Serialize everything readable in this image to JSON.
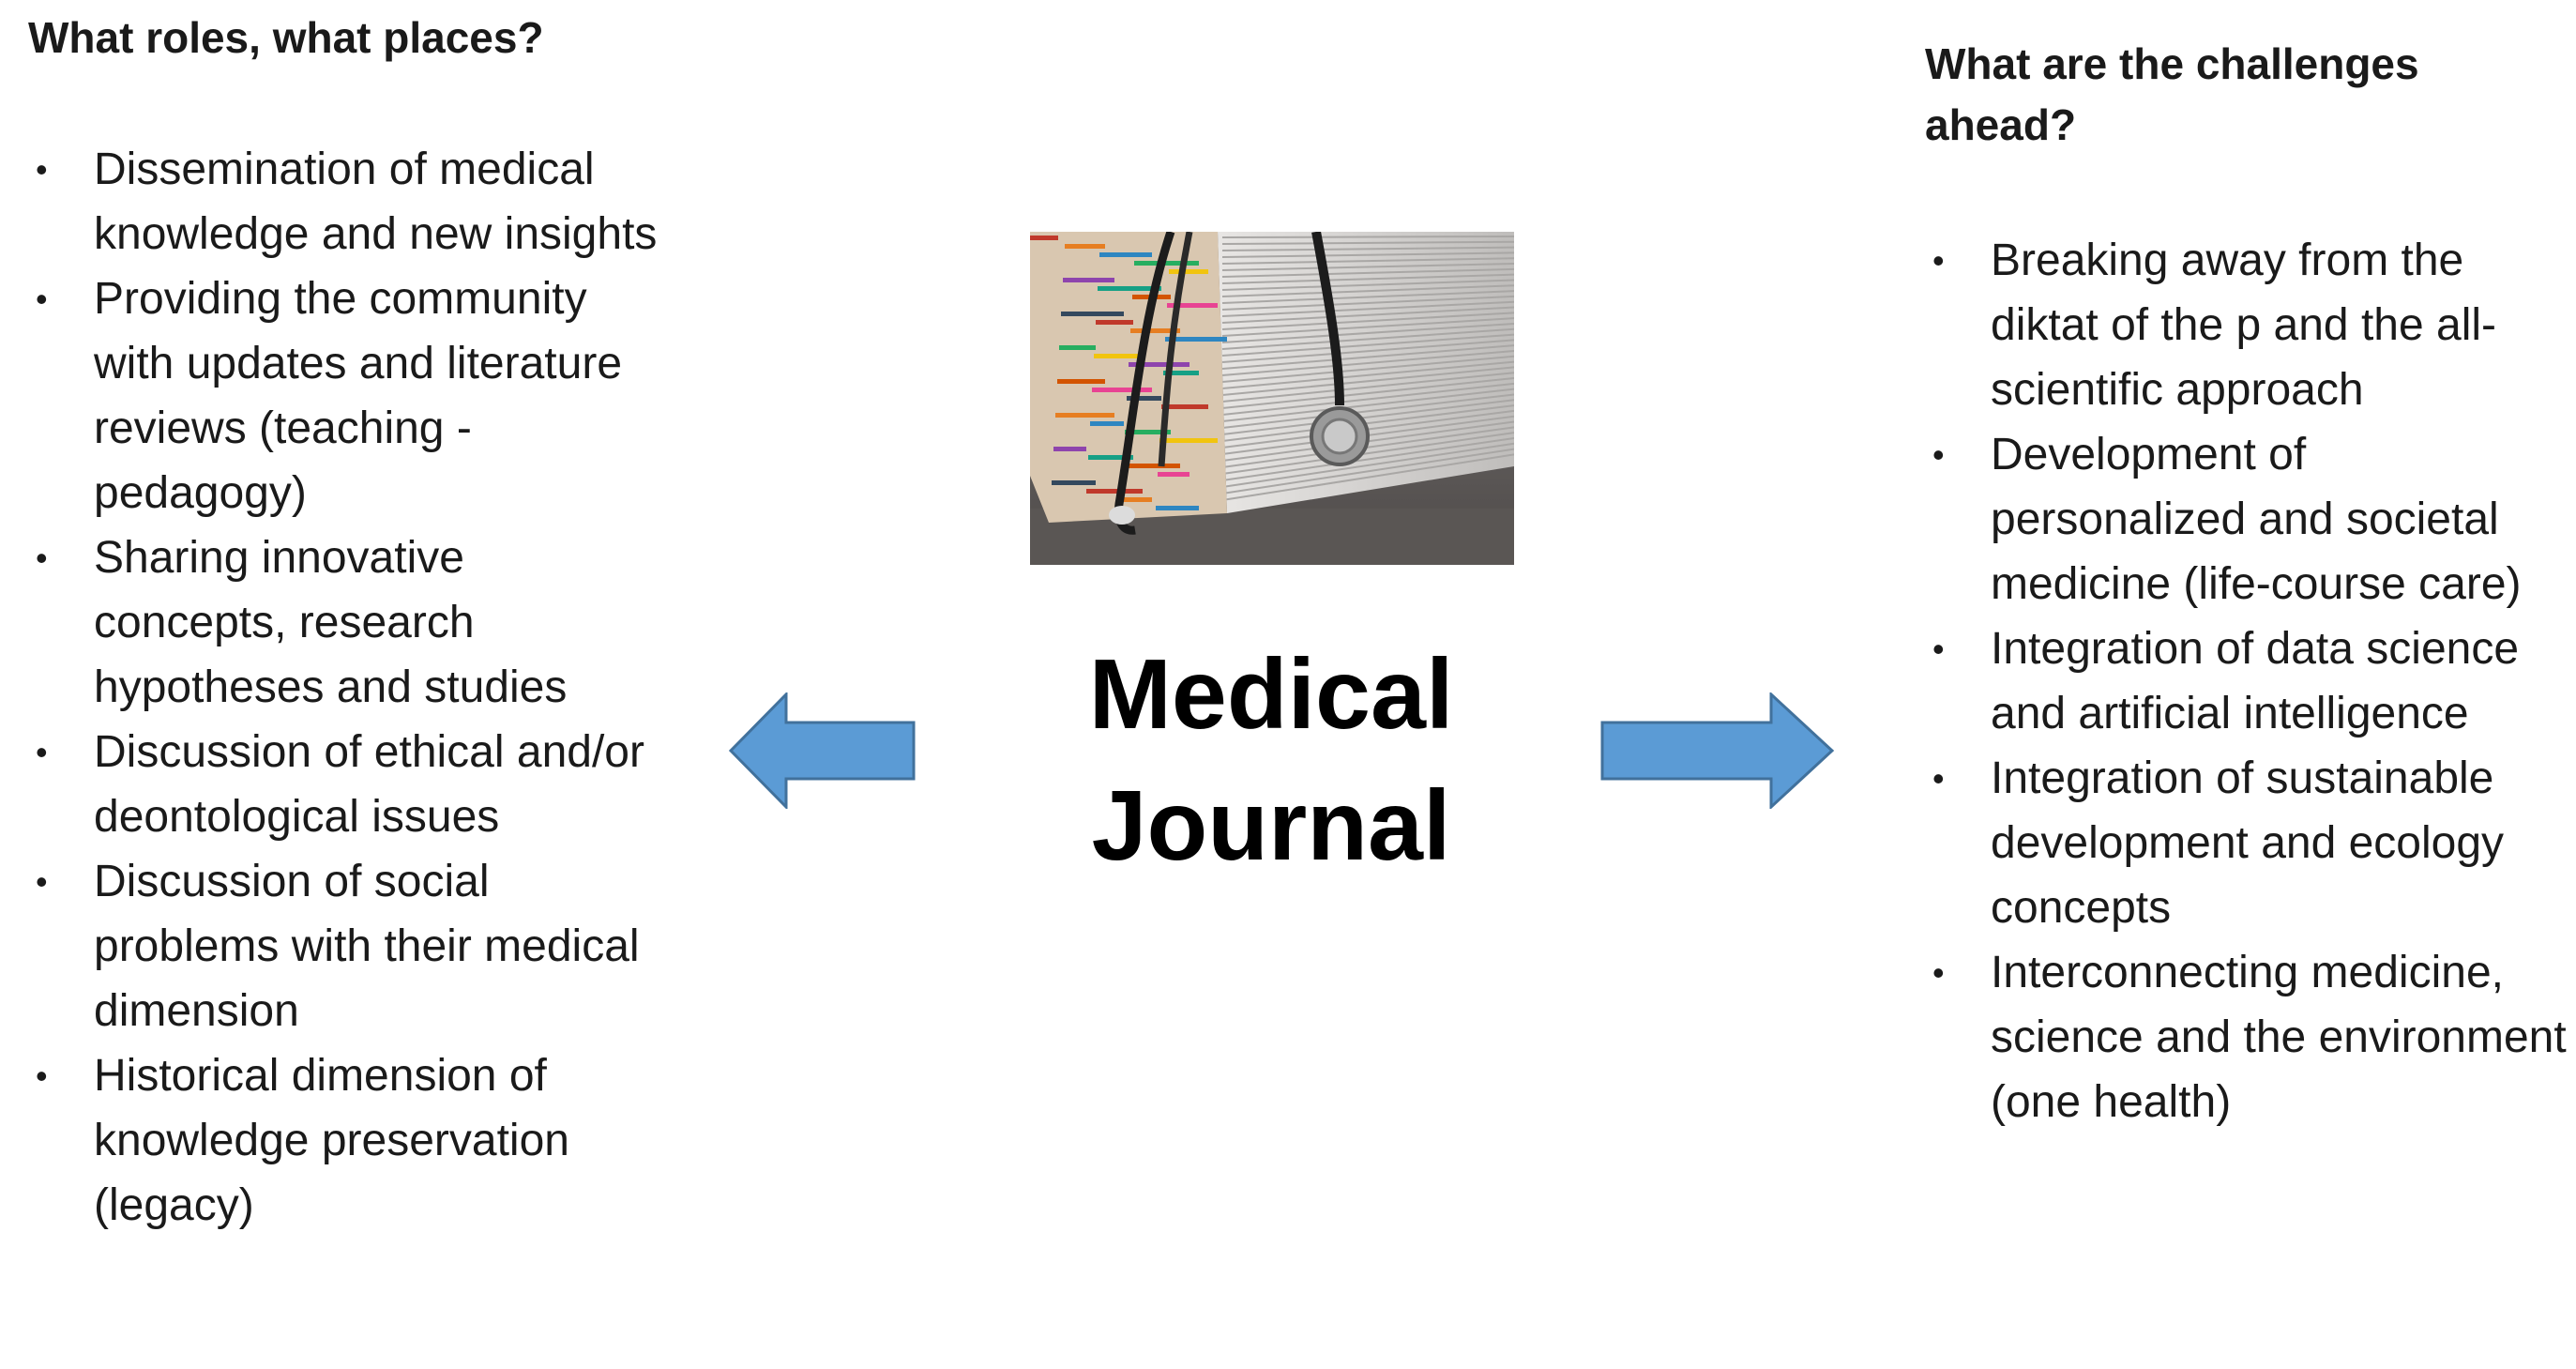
{
  "left": {
    "heading": "What roles, what places?",
    "items": [
      "Dissemination of medical knowledge and new insights",
      "Providing the community with updates and literature reviews (teaching - pedagogy)",
      "Sharing innovative concepts, research hypotheses and studies",
      "Discussion of ethical and/or deontological issues",
      "Discussion of social problems with their medical dimension",
      "Historical dimension of knowledge preservation (legacy)"
    ]
  },
  "center": {
    "title_line1": "Medical",
    "title_line2": "Journal",
    "image_icon": "stack-of-journals-with-stethoscope-photo"
  },
  "right": {
    "heading": "What are the challenges ahead?",
    "items": [
      "Breaking away from the diktat of the p and the all-scientific approach",
      "Development of personalized and societal medicine (life-course care)",
      "Integration of data science and artificial intelligence",
      "Integration of sustainable development and ecology concepts",
      "Interconnecting medicine, science and the environment (one health)"
    ]
  },
  "colors": {
    "arrow_fill": "#5b9bd5",
    "arrow_stroke": "#41719c",
    "text": "#1a1a1a"
  },
  "bullet_glyph": "•"
}
